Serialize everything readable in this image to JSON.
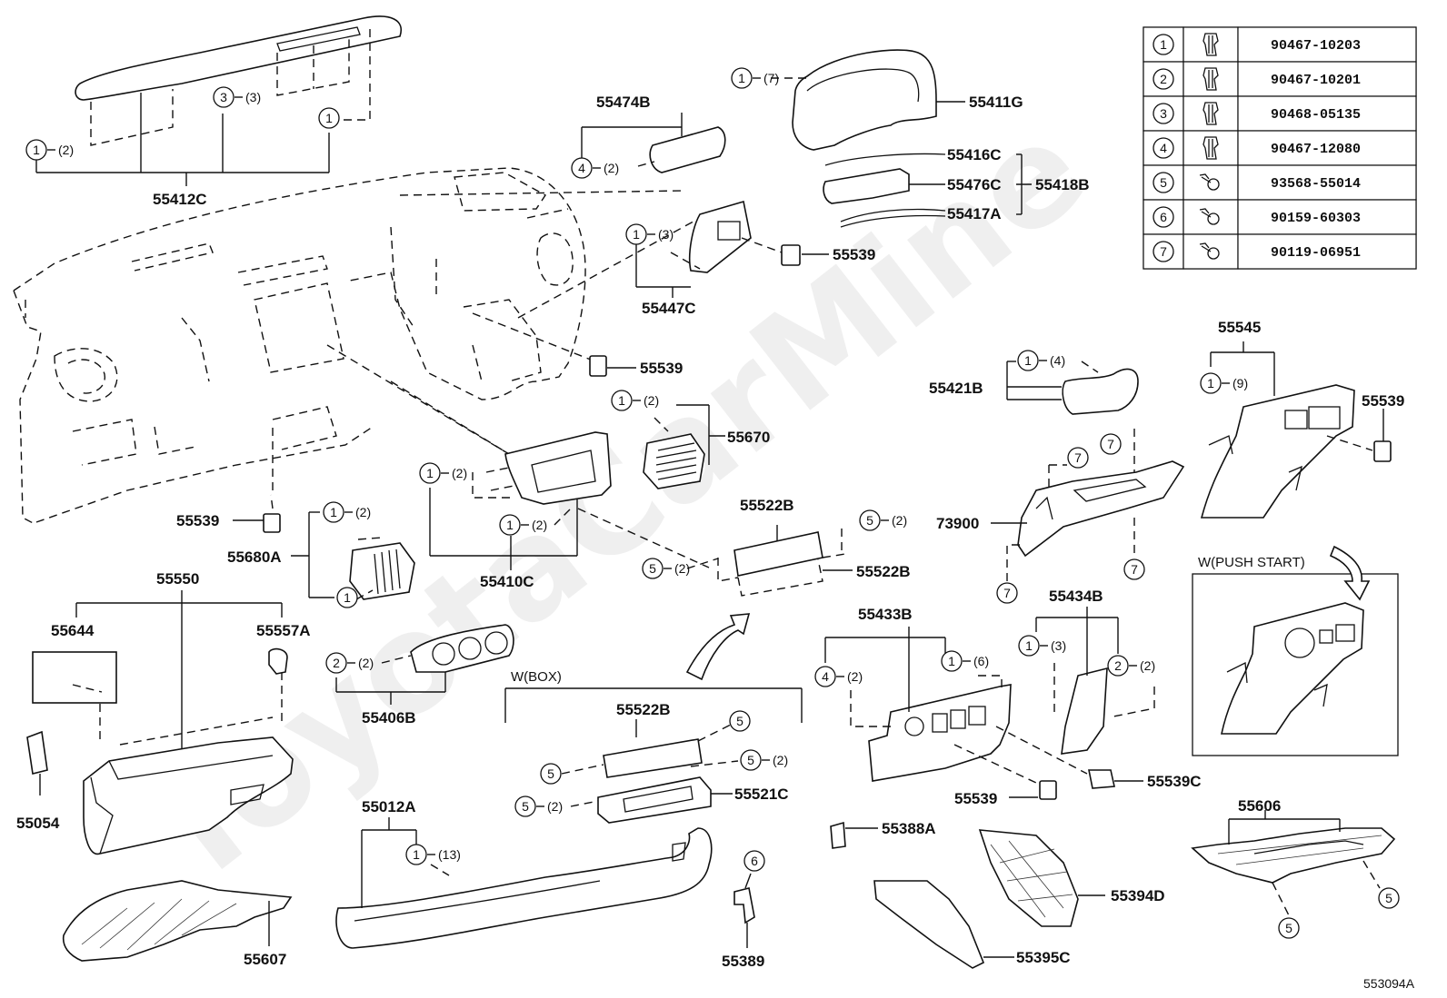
{
  "watermark": "ToyotaCarMine",
  "diagram_ref": "553094A",
  "fastener_table": [
    {
      "num": "1",
      "part": "90467-10203"
    },
    {
      "num": "2",
      "part": "90467-10201"
    },
    {
      "num": "3",
      "part": "90468-05135"
    },
    {
      "num": "4",
      "part": "90467-12080"
    },
    {
      "num": "5",
      "part": "93568-55014"
    },
    {
      "num": "6",
      "part": "90159-60303"
    },
    {
      "num": "7",
      "part": "90119-06951"
    }
  ],
  "sections": {
    "push_start": "W(PUSH START)",
    "box": "W(BOX)"
  },
  "parts": {
    "p55412C": "55412C",
    "p55474B": "55474B",
    "p55411G": "55411G",
    "p55416C": "55416C",
    "p55476C": "55476C",
    "p55418B": "55418B",
    "p55417A": "55417A",
    "p55539_a": "55539",
    "p55447C": "55447C",
    "p55539_b": "55539",
    "p55670": "55670",
    "p55545": "55545",
    "p55539_c": "55539",
    "p55421B": "55421B",
    "p73900": "73900",
    "p55539_d": "55539",
    "p55680A": "55680A",
    "p55410C": "55410C",
    "p55522B_a": "55522B",
    "p55522B_b": "55522B",
    "p55550": "55550",
    "p55644": "55644",
    "p55557A": "55557A",
    "p55406B": "55406B",
    "p55522B_c": "55522B",
    "p55521C": "55521C",
    "p55433B": "55433B",
    "p55434B": "55434B",
    "p55539_e": "55539",
    "p55539C": "55539C",
    "p55054": "55054",
    "p55012A": "55012A",
    "p55388A": "55388A",
    "p55606": "55606",
    "p55394D": "55394D",
    "p55607": "55607",
    "p55389": "55389",
    "p55395C": "55395C"
  },
  "callouts": {
    "c1": {
      "num": "1",
      "qty": "(2)"
    },
    "c2": {
      "num": "3",
      "qty": "(3)"
    },
    "c3": {
      "num": "1",
      "qty": ""
    },
    "c4": {
      "num": "4",
      "qty": "(2)"
    },
    "c5": {
      "num": "1",
      "qty": "(7)"
    },
    "c6": {
      "num": "1",
      "qty": "(3)"
    },
    "c7": {
      "num": "1",
      "qty": "(2)"
    },
    "c8": {
      "num": "1",
      "qty": "(9)"
    },
    "c9": {
      "num": "1",
      "qty": "(4)"
    },
    "c10": {
      "num": "7",
      "qty": ""
    },
    "c11": {
      "num": "7",
      "qty": ""
    },
    "c12": {
      "num": "7",
      "qty": ""
    },
    "c13": {
      "num": "7",
      "qty": ""
    },
    "c14": {
      "num": "1",
      "qty": "(2)"
    },
    "c15": {
      "num": "1",
      "qty": "(2)"
    },
    "c16": {
      "num": "1",
      "qty": ""
    },
    "c17": {
      "num": "1",
      "qty": "(2)"
    },
    "c18": {
      "num": "5",
      "qty": "(2)"
    },
    "c19": {
      "num": "5",
      "qty": "(2)"
    },
    "c20": {
      "num": "2",
      "qty": "(2)"
    },
    "c21": {
      "num": "5",
      "qty": ""
    },
    "c22": {
      "num": "5",
      "qty": ""
    },
    "c23": {
      "num": "5",
      "qty": "(2)"
    },
    "c24": {
      "num": "5",
      "qty": "(2)"
    },
    "c25": {
      "num": "4",
      "qty": "(2)"
    },
    "c26": {
      "num": "1",
      "qty": "(6)"
    },
    "c27": {
      "num": "1",
      "qty": "(3)"
    },
    "c28": {
      "num": "2",
      "qty": "(2)"
    },
    "c29": {
      "num": "1",
      "qty": "(13)"
    },
    "c30": {
      "num": "6",
      "qty": ""
    },
    "c31": {
      "num": "5",
      "qty": ""
    },
    "c32": {
      "num": "5",
      "qty": ""
    }
  }
}
